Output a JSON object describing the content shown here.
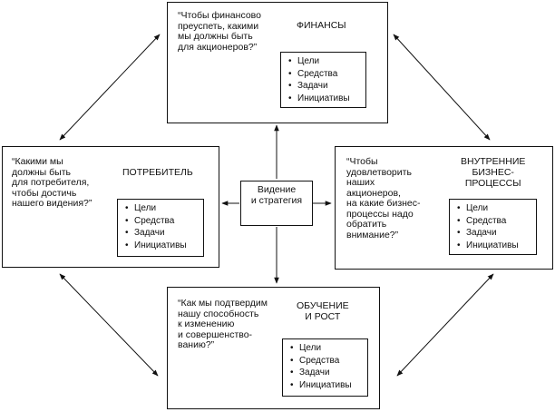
{
  "finance": {
    "question": "“Чтобы финансово\nпреуспеть, какими\nмы должны быть\nдля акционеров?”",
    "title": "ФИНАНСЫ",
    "items": [
      "Цели",
      "Средства",
      "Задачи",
      "Инициативы"
    ]
  },
  "customer": {
    "question": "“Какими мы\nдолжны быть\nдля потребителя,\nчтобы достичь\nнашего видения?”",
    "title": "ПОТРЕБИТЕЛЬ",
    "items": [
      "Цели",
      "Средства",
      "Задачи",
      "Инициативы"
    ]
  },
  "internal": {
    "question": "“Чтобы\nудовлетворить\nнаших\nакционеров,\nна какие бизнес-\nпроцессы надо\nобратить\nвнимание?”",
    "title": "ВНУТРЕННИЕ\nБИЗНЕС-\nПРОЦЕССЫ",
    "items": [
      "Цели",
      "Средства",
      "Задачи",
      "Инициативы"
    ]
  },
  "learning": {
    "question": "“Как мы подтвердим\nнашу способность\nк изменению\nи совершенство-\nванию?”",
    "title": "ОБУЧЕНИЕ\nИ РОСТ",
    "items": [
      "Цели",
      "Средства",
      "Задачи",
      "Инициативы"
    ]
  },
  "center": {
    "label": "Видение\nи стратегия"
  }
}
